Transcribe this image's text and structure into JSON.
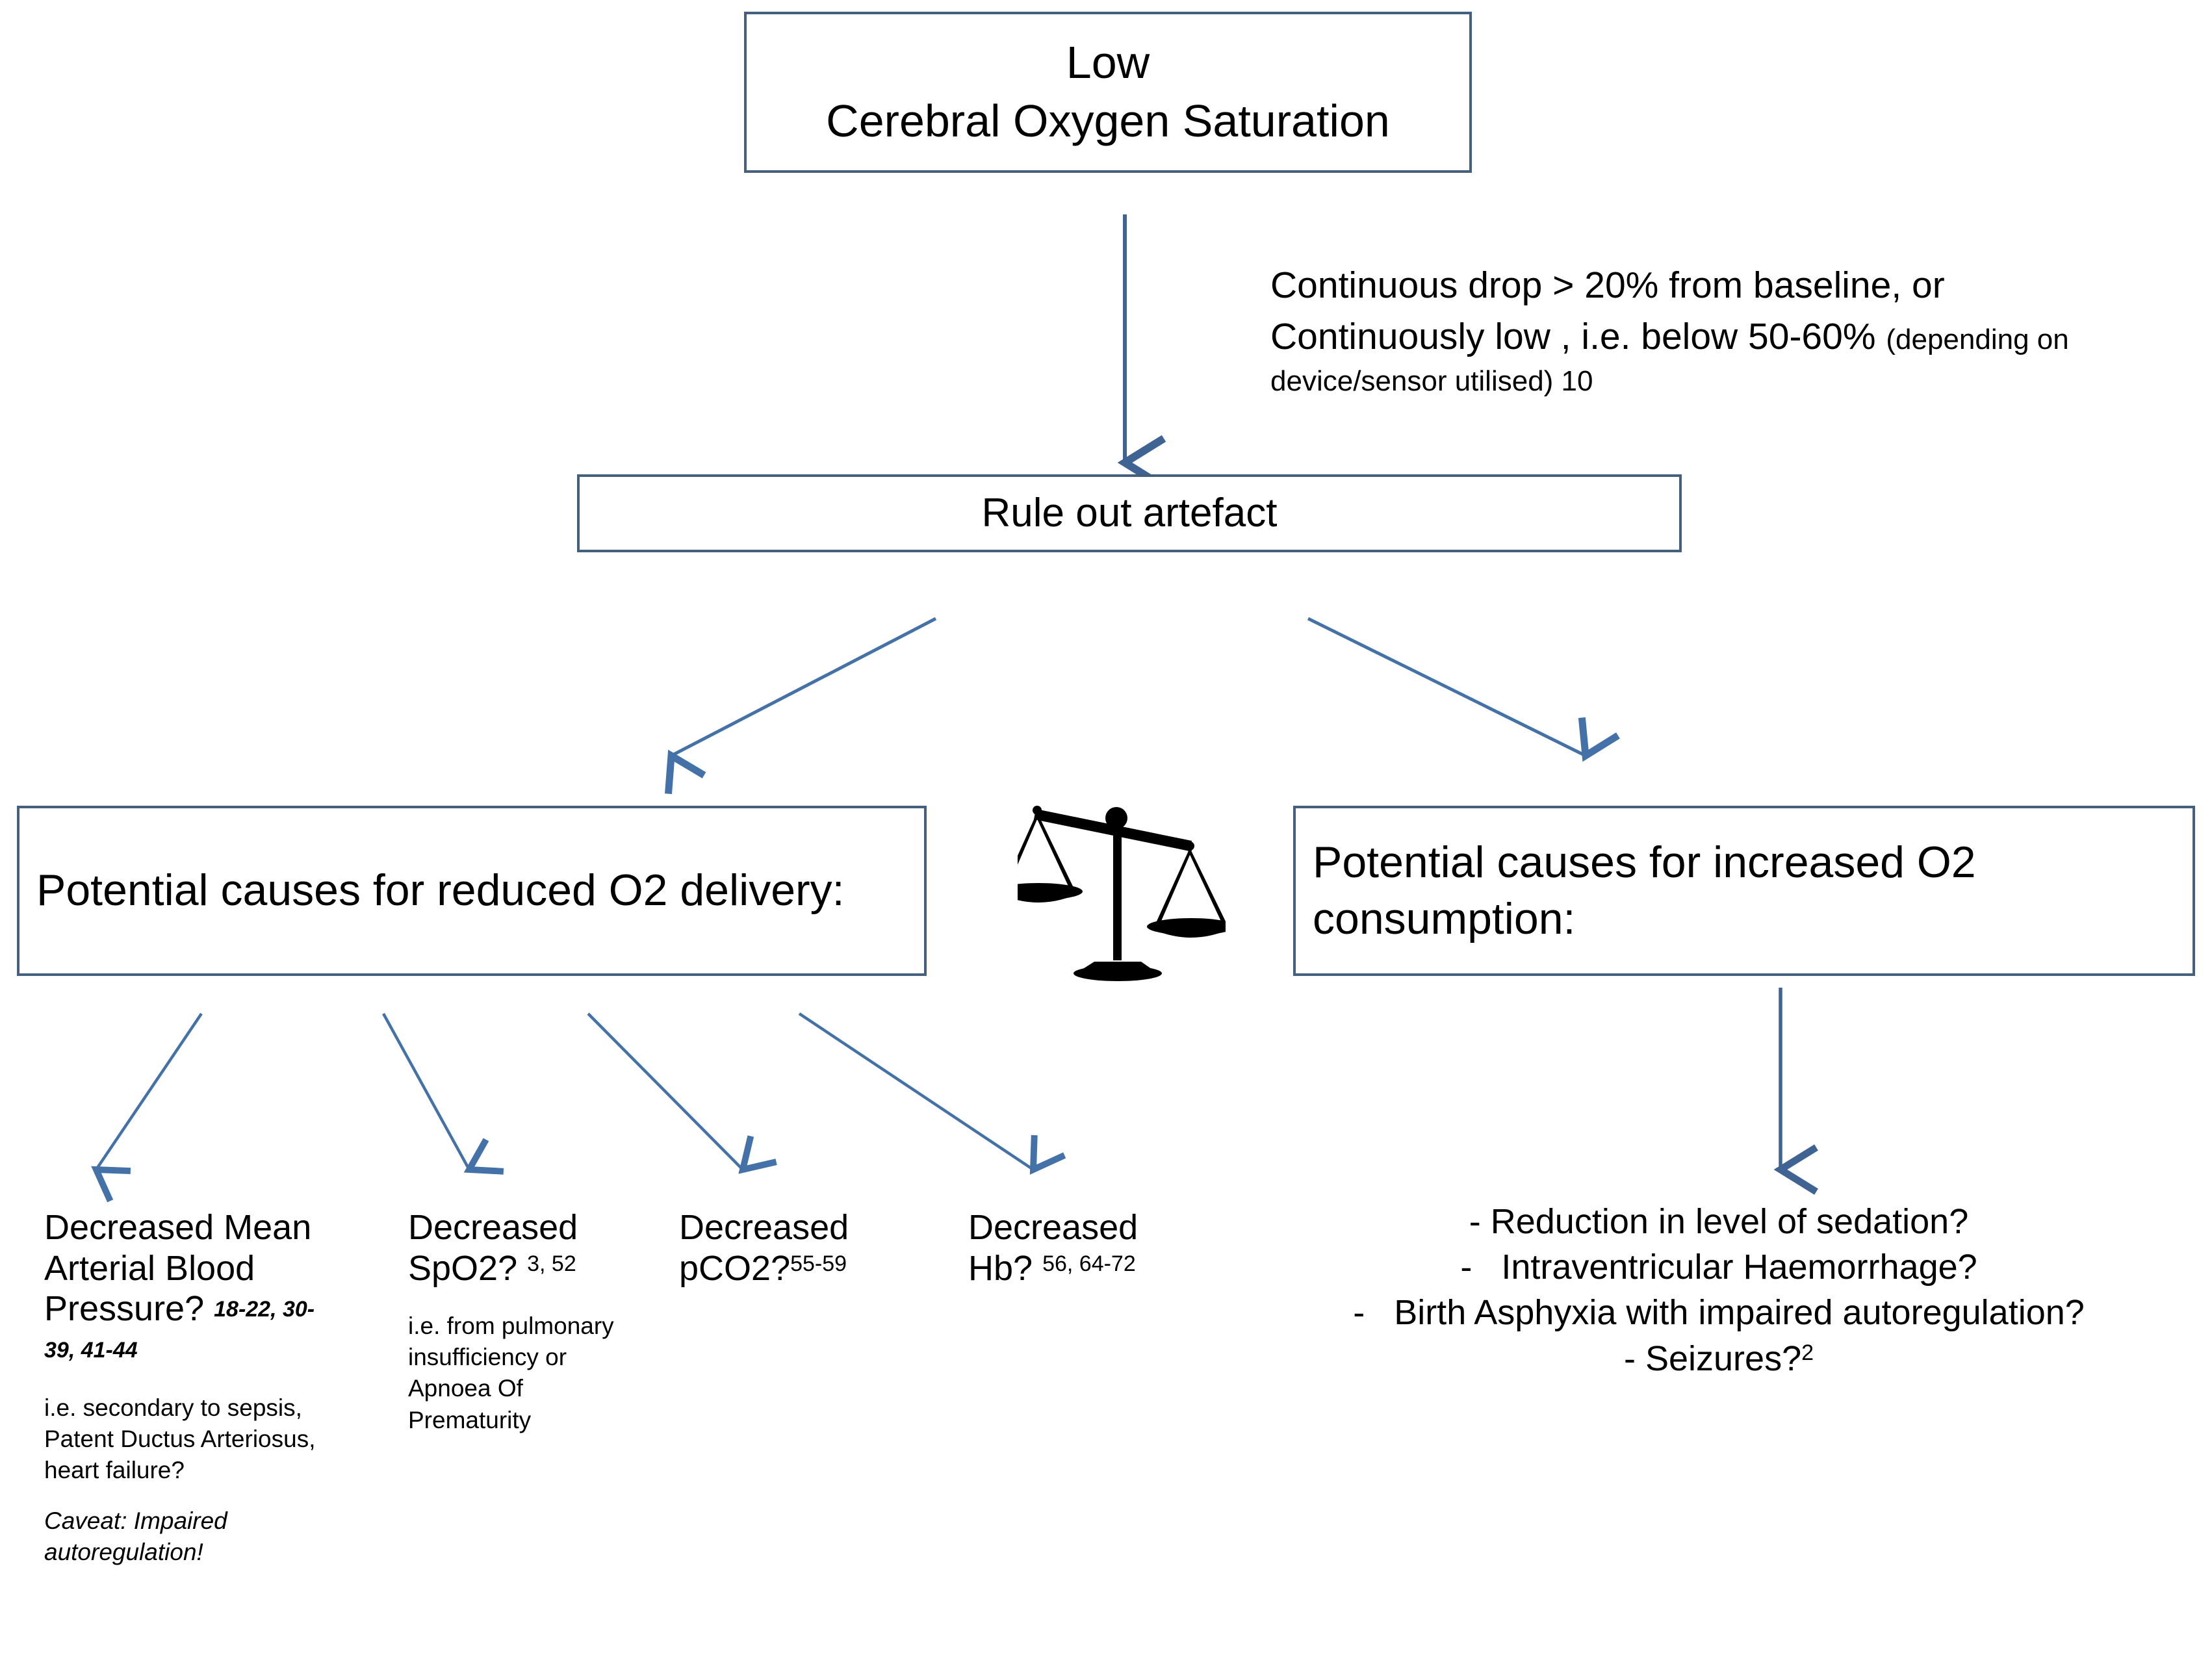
{
  "diagram": {
    "title": "Low Cerebral Oxygen Saturation decision flowchart",
    "accent_color": "#44607d",
    "arrow_color": "#4472a8",
    "nodes": {
      "low_csat": "Low\nCerebral Oxygen Saturation",
      "artefact": "Rule out artefact",
      "reduced_delivery": "Potential causes for reduced O2 delivery:",
      "increased_consumption": "Potential causes for increased O2 consumption:"
    },
    "criteria_note": {
      "line1": "Continuous drop > 20% from baseline, or",
      "line2_main": "Continuously low , i.e. below 50-60% ",
      "line2_small": "(depending on",
      "line3_small": "device/sensor utilised) 10"
    },
    "reduced_delivery_leaves": [
      {
        "head": "Decreased  Mean Arterial Blood Pressure? ",
        "refs": "18-22, 30-39, 41-44",
        "sub": "i.e. secondary to sepsis, Patent Ductus Arteriosus, heart failure?",
        "caveat": "Caveat: Impaired autoregulation!"
      },
      {
        "head": "Decreased SpO2? ",
        "refs": "3, 52",
        "sub": "i.e. from pulmonary insufficiency or Apnoea Of Prematurity",
        "caveat": ""
      },
      {
        "head": "Decreased pCO2?",
        "refs": "55-59",
        "sub": "",
        "caveat": ""
      },
      {
        "head": "Decreased Hb? ",
        "refs": "56, 64-72",
        "sub": "",
        "caveat": ""
      }
    ],
    "increased_consumption_items": [
      {
        "bullet": "-",
        "text": "Reduction in level of sedation?",
        "sup": ""
      },
      {
        "bullet": "-",
        "text": "Intraventricular Haemorrhage?",
        "sup": ""
      },
      {
        "bullet": "-",
        "text": "Birth Asphyxia with impaired autoregulation?",
        "sup": ""
      },
      {
        "bullet": "-",
        "text": "Seizures?",
        "sup": "2"
      }
    ],
    "icons": {
      "balance_scale": "balance-scale-icon"
    }
  }
}
